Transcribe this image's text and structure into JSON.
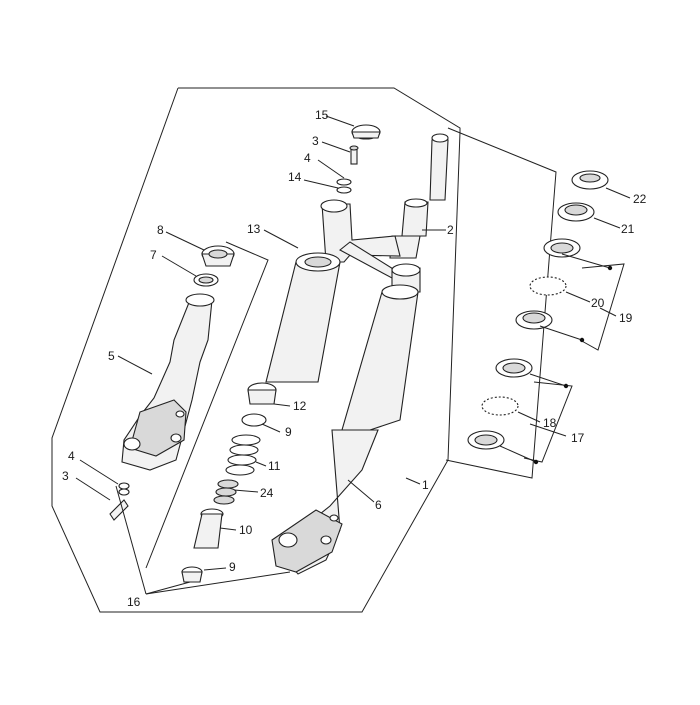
{
  "callouts": {
    "c1": "1",
    "c2": "2",
    "c3a": "3",
    "c3b": "3",
    "c4a": "4",
    "c4b": "4",
    "c5": "5",
    "c6": "6",
    "c7": "7",
    "c8": "8",
    "c9a": "9",
    "c9b": "9",
    "c10": "10",
    "c11": "11",
    "c12": "12",
    "c13": "13",
    "c14": "14",
    "c15": "15",
    "c16": "16",
    "c17": "17",
    "c18": "18",
    "c19": "19",
    "c20": "20",
    "c21": "21",
    "c22": "22",
    "c24": "24"
  }
}
